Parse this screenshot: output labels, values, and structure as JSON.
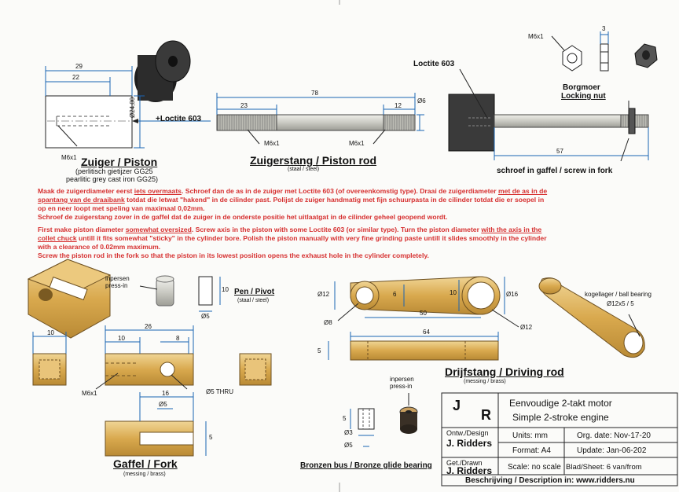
{
  "parts": {
    "piston": {
      "title": "Zuiger / Piston",
      "material_nl": "(perlitisch gietijzer GG25",
      "material_en": "pearlitic grey cast iron GG25)",
      "dims": {
        "length": "29",
        "inner": "22",
        "diameter": "Ø24,00"
      },
      "thread": "M6x1",
      "note": "+Loctite 603"
    },
    "piston_rod": {
      "title": "Zuigerstang / Piston rod",
      "material": "(staal / steel)",
      "dims": {
        "total": "78",
        "left_thread": "23",
        "right_thread": "12",
        "diameter": "Ø6"
      },
      "thread_left": "M6x1",
      "thread_right": "M6x1"
    },
    "assembly": {
      "loctite": "Loctite 603",
      "nut_label_nl": "Borgmoer",
      "nut_label_en": "Locking nut",
      "nut_thread": "M6x1",
      "nut_thickness": "3",
      "length": "57",
      "note": "schroef in gaffel / screw in fork"
    },
    "pivot": {
      "title": "Pen / Pivot",
      "material": "(staal / steel)",
      "press_in": "inpersen\npress-in",
      "dims": {
        "length": "10",
        "diameter": "Ø5"
      }
    },
    "fork": {
      "title": "Gaffel / Fork",
      "material": "(messing / brass)",
      "dims": {
        "width": "10",
        "total": "26",
        "a": "10",
        "b": "8",
        "slot": "16",
        "slot_d": "Ø5",
        "height": "5"
      },
      "thread": "M6x1",
      "hole": "Ø5 THRU"
    },
    "driving_rod": {
      "title": "Drijfstang / Driving rod",
      "material": "(messing / brass)",
      "dims": {
        "small_end": "Ø12",
        "small_hole": "Ø8",
        "web": "6",
        "big_web": "10",
        "center": "50",
        "big_end": "Ø16",
        "big_hole": "Ø12",
        "total": "64",
        "thickness": "5"
      },
      "bearing_label": "kogellager / ball bearing",
      "bearing_size": "Ø12x5 / 5"
    },
    "bushing": {
      "title": "Bronzen bus / Bronze glide bearing",
      "press_in": "inpersen\npress-in",
      "dims": {
        "height": "5",
        "inner": "Ø3",
        "outer": "Ø5"
      }
    }
  },
  "instructions": {
    "nl_1a": "Maak de zuigerdiameter eerst ",
    "nl_1b": "iets overmaats",
    "nl_1c": ". Schroef dan de as in de zuiger met Loctite 603 (of overeenkomstig type). Draai de zuigerdiameter ",
    "nl_1d": "met de as in de",
    "nl_2a": "spantang van de draaibank",
    "nl_2b": " totdat die letwat \"hakend\" in de cilinder past. Polijst de zuiger handmatig met fijn schuurpasta in de cilinder totdat die er soepel in",
    "nl_3": "op en neer loopt met speling van maximaal 0,02mm.",
    "nl_4": "Schroef de zuigerstang zover in de gaffel dat de zuiger in de onderste positie het uitlaatgat in de cilinder geheel geopend wordt.",
    "en_1a": "First make piston diameter ",
    "en_1b": "somewhat oversized",
    "en_1c": ". Screw axis in the piston with some Loctite 603 (or similar type). Turn the piston diameter ",
    "en_1d": "with the axis in the",
    "en_2a": "collet chuck",
    "en_2b": " untill it fits somewhat \"sticky\" in the cylinder bore. Polish the piston manually with very fine grinding paste untill it slides smoothly in the cylinder",
    "en_3": "with a clearance of 0.02mm maximum.",
    "en_4": "Screw the piston rod in the fork so that the piston in its lowest position opens the exhaust hole in the cylinder completely."
  },
  "title_block": {
    "logo_j": "J",
    "logo_r": "R",
    "title_nl": "Eenvoudige 2-takt motor",
    "title_en": "Simple 2-stroke engine",
    "design_label": "Ontw./Design",
    "design_name": "J. Ridders",
    "drawn_label": "Get./Drawn",
    "drawn_name": "J. Ridders",
    "units": "Units: mm",
    "format": "Format: A4",
    "scale": "Scale: no scale",
    "org_date": "Org. date: Nov-17-20",
    "update": "Update: Jan-06-202",
    "sheet": "Blad/Sheet: 6 van/from",
    "description": "Beschrijving / Description in:  www.ridders.nu"
  },
  "colors": {
    "dim_blue": "#1a64b4",
    "note_red": "#d63030",
    "brass": "#d9a94e",
    "steel": "#c9c9c2",
    "dark": "#2a2a2a"
  }
}
